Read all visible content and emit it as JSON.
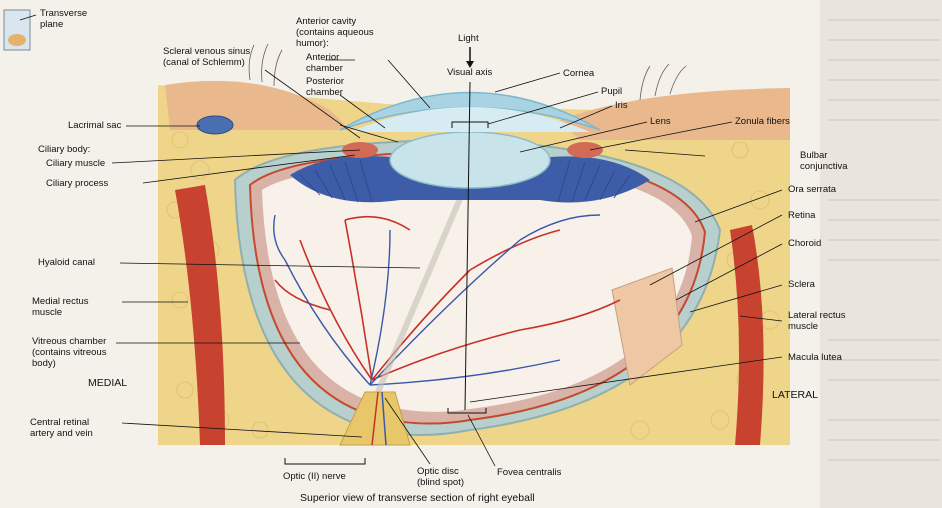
{
  "labels": {
    "transverse_plane": "Transverse\nplane",
    "anterior_cavity": "Anterior cavity\n(contains aqueous\nhumor):",
    "anterior_chamber": "Anterior\nchamber",
    "posterior_chamber": "Posterior\nchamber",
    "scleral_venous_sinus": "Scleral venous sinus\n(canal of Schlemm)",
    "light": "Light",
    "visual_axis": "Visual axis",
    "cornea": "Cornea",
    "pupil": "Pupil",
    "iris": "Iris",
    "lens": "Lens",
    "zonula_fibers": "Zonula fibers",
    "bulbar_conjunctiva": "Bulbar\nconjunctiva",
    "lacrimal_sac": "Lacrimal sac",
    "ciliary_body": "Ciliary body:",
    "ciliary_muscle": "Ciliary muscle",
    "ciliary_process": "Ciliary process",
    "ora_serrata": "Ora serrata",
    "retina": "Retina",
    "choroid": "Choroid",
    "sclera": "Sclera",
    "lateral_rectus": "Lateral rectus\nmuscle",
    "hyaloid_canal": "Hyaloid canal",
    "medial_rectus": "Medial rectus\nmuscle",
    "vitreous_chamber": "Vitreous chamber\n(contains vitreous\nbody)",
    "medial": "MEDIAL",
    "lateral": "LATERAL",
    "macula_lutea": "Macula lutea",
    "central_retinal": "Central retinal\nartery and vein",
    "optic_nerve": "Optic (II) nerve",
    "optic_disc": "Optic disc\n(blind spot)",
    "fovea_centralis": "Fovea centralis"
  },
  "caption": "Superior view of transverse section of right eyeball",
  "colors": {
    "fat": "#efd98c",
    "sclera": "#b9d2cf",
    "choroid": "#c44a2f",
    "retina_bg": "#f7f1ea",
    "iris": "#3d5da8",
    "lens": "#c9e3ea",
    "cornea": "#a8d3e3",
    "muscle": "#c8432f",
    "nerve": "#e8c66a",
    "artery": "#c8312a",
    "vein": "#3b58a8"
  }
}
